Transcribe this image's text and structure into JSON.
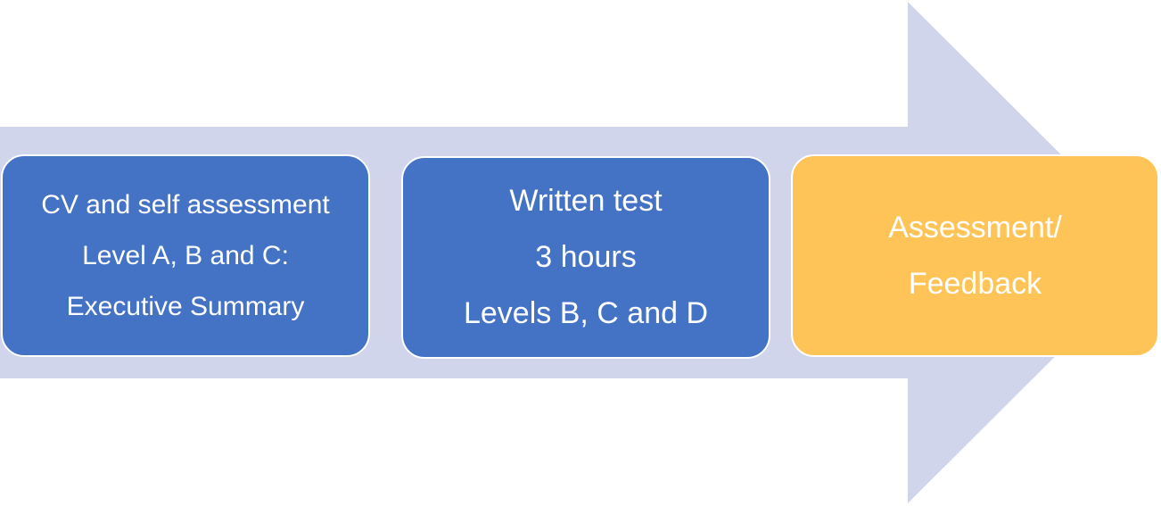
{
  "colors": {
    "arrow_fill": "#D0D5EB",
    "step_blue": "#4472C4",
    "step_orange": "#FFC457",
    "text": "#FFFFFF",
    "border": "#FFFFFF"
  },
  "steps": [
    {
      "lines": [
        "CV and self assessment",
        "Level A, B and  C:",
        "Executive Summary"
      ]
    },
    {
      "lines": [
        "Written test",
        "3 hours",
        "Levels B, C and D"
      ]
    },
    {
      "lines": [
        "Assessment/",
        "Feedback"
      ]
    }
  ]
}
